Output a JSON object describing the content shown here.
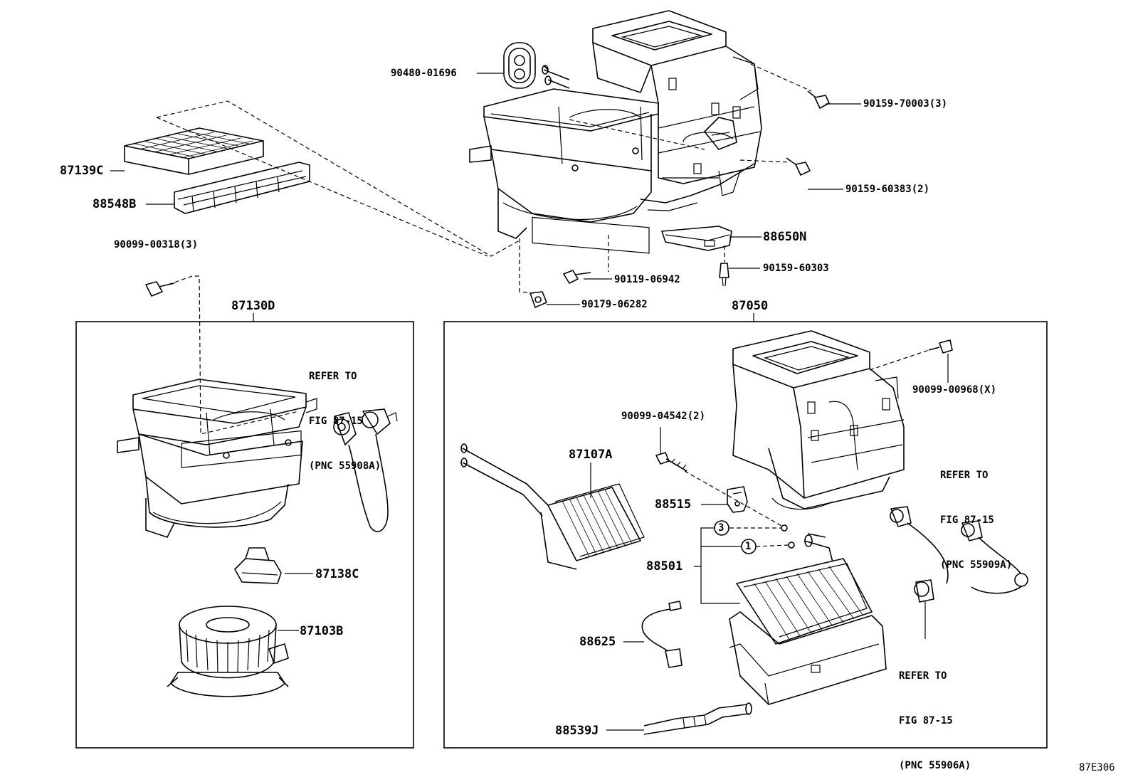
{
  "labels": {
    "p90480_01696": "90480-01696",
    "p90159_70003": "90159-70003(3)",
    "p87139C": "87139C",
    "p88548B": "88548B",
    "p90159_60383": "90159-60383(2)",
    "p88650N": "88650N",
    "p90099_00318": "90099-00318(3)",
    "p90119_06942": "90119-06942",
    "p90159_60303": "90159-60303",
    "p90179_06282": "90179-06282",
    "p87130D": "87130D",
    "p87050": "87050",
    "p90099_00968": "90099-00968(X)",
    "p90099_04542": "90099-04542(2)",
    "p87107A": "87107A",
    "p88515": "88515",
    "p88501": "88501",
    "p87138C": "87138C",
    "p87103B": "87103B",
    "p88625": "88625",
    "p88539J": "88539J",
    "callout3": "3",
    "callout1": "1",
    "figure_id": "87E306"
  },
  "notes": {
    "left": [
      "REFER TO",
      "FIG 87-15",
      "(PNC 55908A)"
    ],
    "right_top": [
      "REFER TO",
      "FIG 87-15",
      "(PNC 55909A)"
    ],
    "right_bottom": [
      "REFER TO",
      "FIG 87-15",
      "(PNC 55906A)"
    ]
  }
}
